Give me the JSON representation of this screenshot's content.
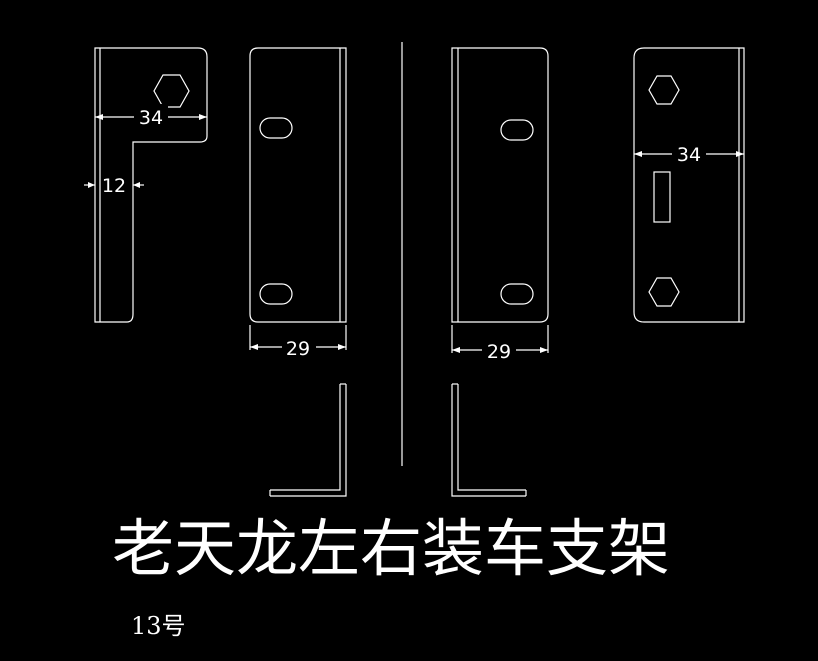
{
  "title": "老天龙左右装车支架",
  "model_no": "13号",
  "dimensions": {
    "left_part_width": "34",
    "left_part_leg": "12",
    "center_left_width": "29",
    "center_right_width": "29",
    "right_part_width": "34"
  },
  "colors": {
    "background": "#000000",
    "line": "#ffffff"
  }
}
